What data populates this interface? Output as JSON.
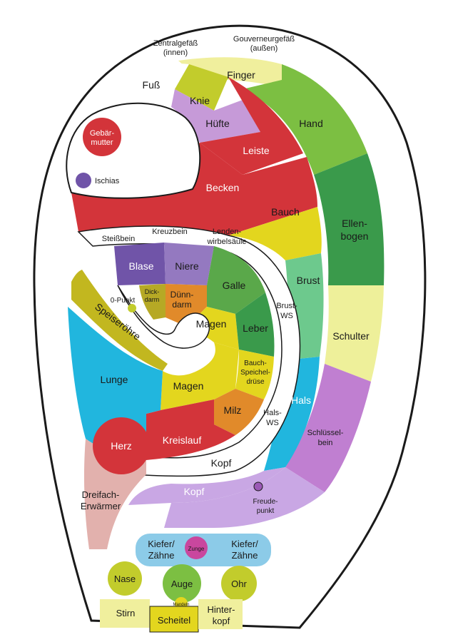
{
  "meridians": {
    "inner_line1": "Zentralgefäß",
    "inner_line2": "(innen)",
    "outer_line1": "Gouverneurgefäß",
    "outer_line2": "(außen)"
  },
  "helix": {
    "finger": "Finger",
    "hand": "Hand",
    "ellenbogen_1": "Ellen-",
    "ellenbogen_2": "bogen",
    "schulter": "Schulter",
    "schluesselbein_1": "Schlüssel-",
    "schluesselbein_2": "bein"
  },
  "upper": {
    "fuss": "Fuß",
    "knie": "Knie",
    "huefte": "Hüfte",
    "leiste": "Leiste",
    "becken": "Becken",
    "bauch": "Bauch",
    "brust": "Brust",
    "hals": "Hals",
    "kopf_outer": "Kopf",
    "gebaermutter_1": "Gebär-",
    "gebaermutter_2": "mutter",
    "ischias": "Ischias"
  },
  "spine": {
    "steissbein": "Steißbein",
    "kreuzbein": "Kreuzbein",
    "lenden_1": "Lenden-",
    "lenden_2": "wirbelsäule",
    "brustws_1": "Brust-",
    "brustws_2": "WS",
    "halsws_1": "Hals-",
    "halsws_2": "WS",
    "kopf_inner": "Kopf"
  },
  "concha": {
    "blase": "Blase",
    "niere": "Niere",
    "galle": "Galle",
    "dickdarm_1": "Dick-",
    "dickdarm_2": "darm",
    "duenndarm_1": "Dünn-",
    "duenndarm_2": "darm",
    "magen_upper": "Magen",
    "leber": "Leber",
    "bauchspeichel_1": "Bauch-",
    "bauchspeichel_2": "Speichel-",
    "bauchspeichel_3": "drüse",
    "magen_lower": "Magen",
    "milz": "Milz",
    "kreislauf": "Kreislauf",
    "nullpunkt": "0-Punkt",
    "speiseroehre": "Speiseröhre",
    "lunge": "Lunge",
    "herz": "Herz",
    "dreifach_1": "Dreifach-",
    "dreifach_2": "Erwärmer"
  },
  "lobe": {
    "freude_1": "Freude-",
    "freude_2": "punkt",
    "kiefer_left_1": "Kiefer/",
    "kiefer_left_2": "Zähne",
    "zunge": "Zunge",
    "kiefer_right_1": "Kiefer/",
    "kiefer_right_2": "Zähne",
    "nase": "Nase",
    "auge": "Auge",
    "ohr": "Ohr",
    "mandeln": "Mandeln",
    "stirn": "Stirn",
    "scheitel": "Scheitel",
    "hinterkopf_1": "Hinter-",
    "hinterkopf_2": "kopf"
  },
  "colors": {
    "outline": "#1a1a1a",
    "red": "#d3343a",
    "lime": "#c2cc2c",
    "green": "#3a9a4b",
    "mint": "#6dc98d",
    "yellow": "#e3d61e",
    "purple": "#7054a8",
    "lilac": "#c69ad8",
    "violet": "#a268c6",
    "cyan": "#21b6de",
    "orange": "#e18a2a",
    "pink": "#e2b1ad",
    "olive": "#b6a925",
    "pale_yellow": "#f0ef9d",
    "light_blue": "#8ccbe8",
    "magenta": "#c9479e"
  }
}
